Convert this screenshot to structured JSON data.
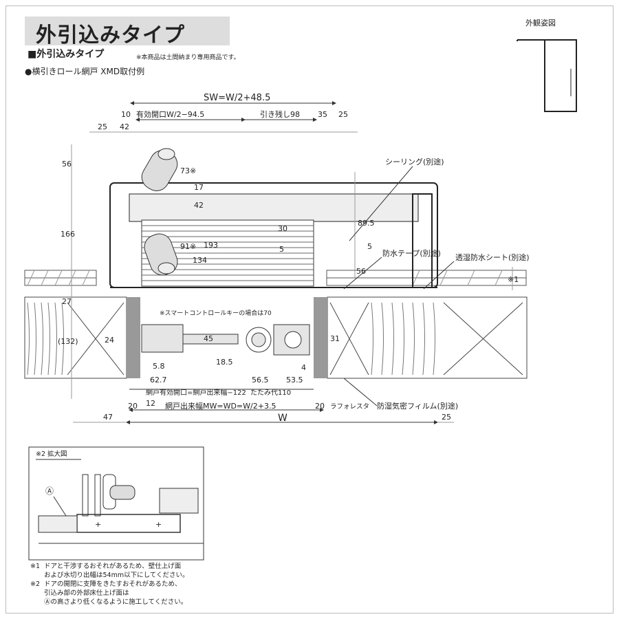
{
  "header": {
    "title": "外引込みタイプ",
    "subtitle": "■外引込みタイプ",
    "note": "※本商品は土間納まり専用商品です。",
    "example": "●横引きロール網戸 XMD取付例",
    "exterior_view_label": "外観姿図"
  },
  "dimensions": {
    "sw": "SW=W/2+48.5",
    "effective_opening": "有効開口W/2−94.5",
    "remaining": "引き残し98",
    "d10": "10",
    "d25_left": "25",
    "d42": "42",
    "d35": "35",
    "d25_right": "25",
    "d56_top": "56",
    "d166": "166",
    "d27": "27",
    "d132": "(132)",
    "d73": "73※",
    "d17": "17",
    "d42_mid": "42",
    "d193": "193",
    "d91": "91※",
    "d134": "134",
    "d30": "30",
    "d5a": "5",
    "d5b": "5",
    "d89_5": "89.5",
    "d56_right": "56",
    "d1": "※1",
    "d24": "24",
    "d45": "45",
    "d31": "31",
    "d18_5": "18.5",
    "d4": "4",
    "d5_8": "5.8",
    "d62_7": "62.7",
    "d56_5": "56.5",
    "d53_5": "53.5",
    "net_opening": "網戸有効開口=網戸出来幅−122",
    "fold_margin": "たたみ代110",
    "net_width": "網戸出来幅MW=WD=W/2+3.5",
    "d20_left": "20",
    "d12": "12",
    "d20_right": "20",
    "d47": "47",
    "w": "W",
    "d25_bottom": "25"
  },
  "callouts": {
    "sealing": "シーリング(別途)",
    "waterproof_tape": "防水テープ(別途)",
    "breathable_sheet": "透湿防水シート(別途)",
    "smart_key": "※スマートコントロールキーの場合は70",
    "lath": "ラフォレスタ",
    "vapor_film": "防湿気密フィルム(別途)"
  },
  "detail": {
    "label": "※2 拡大図",
    "marker": "Ⓐ"
  },
  "footnotes": [
    {
      "mark": "※1",
      "text": "ドアと干渉するおそれがあるため、壁仕上げ面"
    },
    {
      "mark": "",
      "text": "および水切り出幅は54mm以下にしてください。"
    },
    {
      "mark": "※2",
      "text": "ドアの開閉に支障をきたすおそれがあるため、"
    },
    {
      "mark": "",
      "text": "引込み部の外部床仕上げ面は"
    },
    {
      "mark": "",
      "text": "Ⓐの高さより低くなるように施工してください。"
    }
  ]
}
